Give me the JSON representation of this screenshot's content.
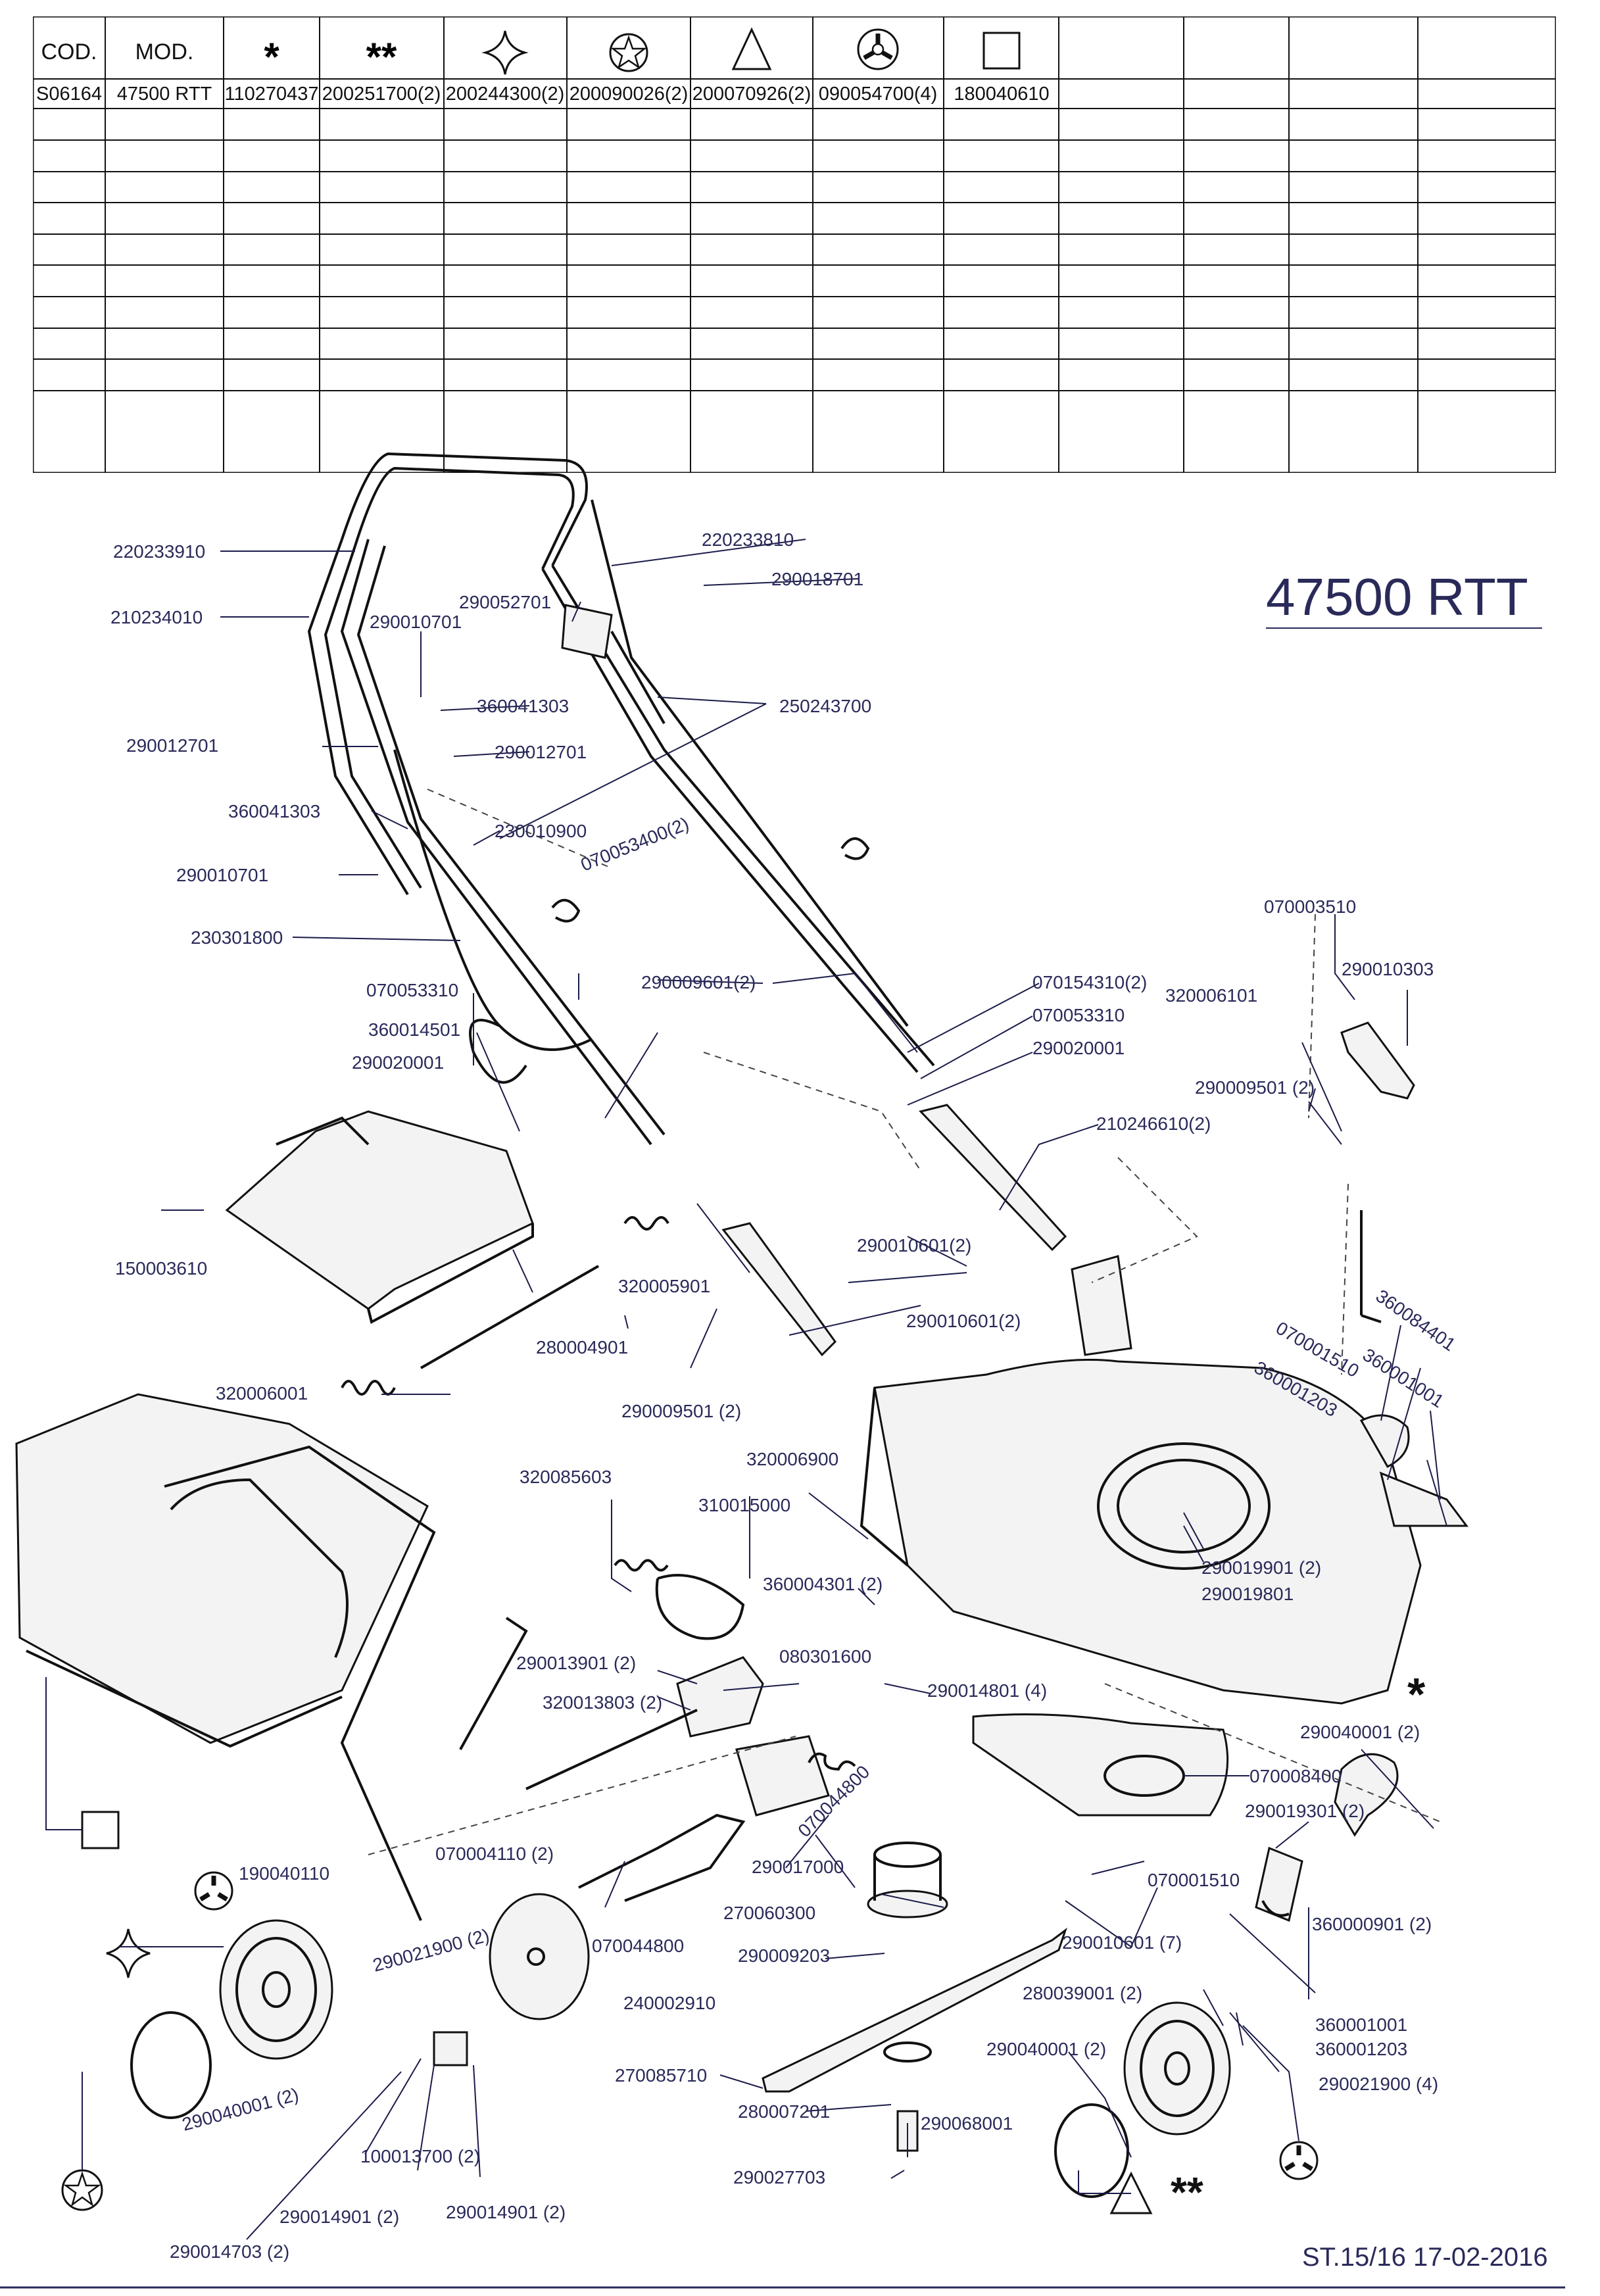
{
  "parts_table": {
    "headers": [
      "COD.",
      "MOD.",
      "*",
      "**",
      "star-diamond-symbol",
      "star-circle-symbol",
      "triangle-symbol",
      "three-lobed-nut-symbol",
      "square-symbol"
    ],
    "row": [
      "S06164",
      "47500 RTT",
      "110270437",
      "200251700(2)",
      "200244300(2)",
      "200090026(2)",
      "200070926(2)",
      "090054700(4)",
      "180040610"
    ]
  },
  "model_title": "47500 RTT",
  "footer": "ST.15/16  17-02-2016",
  "symbols": {
    "single_star": "*",
    "double_star": "**"
  },
  "callouts": [
    "220233910",
    "210234010",
    "220233810",
    "290018701",
    "290052701",
    "290010701",
    "360041303",
    "290012701",
    "290012701",
    "360041303",
    "230010900",
    "070053400(2)",
    "290010701",
    "230301800",
    "250243700",
    "070053310",
    "360014501",
    "290020001",
    "290009601(2)",
    "070154310(2)",
    "070053310",
    "290020001",
    "210246610(2)",
    "070003510",
    "290010303",
    "320006101",
    "290009501 (2)",
    "150003610",
    "320005901",
    "290010601(2)",
    "290010601(2)",
    "280004901",
    "320006001",
    "290009501 (2)",
    "360084401",
    "070001510",
    "360001001",
    "360001203",
    "320085603",
    "310015000",
    "320006900",
    "360004301 (2)",
    "290019901 (2)",
    "290019801",
    "290013901 (2)",
    "080301600",
    "320013803 (2)",
    "290014801 (4)",
    "290040001 (2)",
    "070008400",
    "190040110",
    "070004110 (2)",
    "290017000",
    "070044800",
    "290019301 (2)",
    "270060300",
    "070001510",
    "290021900 (2)",
    "070044800",
    "360000901 (2)",
    "290009203",
    "290010601 (7)",
    "240002910",
    "280039001 (2)",
    "360001001",
    "360001203",
    "290040001 (2)",
    "290040001 (2)",
    "290021900 (4)",
    "270085710",
    "280007201",
    "290068001",
    "100013700 (2)",
    "290027703",
    "290014901 (2)",
    "290014901 (2)",
    "290014703 (2)"
  ]
}
